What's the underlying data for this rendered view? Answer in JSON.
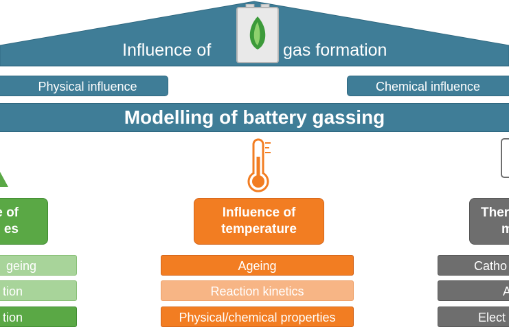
{
  "roof": {
    "title_left": "Influence of",
    "title_right": "gas formation",
    "icon": "battery-leaf-icon"
  },
  "influences": {
    "physical": "Physical influence",
    "chemical": "Chemical influence"
  },
  "beam": {
    "label": "Modelling of battery gassing"
  },
  "pillars": {
    "left": {
      "head_line1": "e of",
      "head_line2": "es",
      "icon": "triangle-icon",
      "items": [
        "geing",
        "tion",
        "tion"
      ]
    },
    "center": {
      "head_line1": "Influence of",
      "head_line2": "temperature",
      "icon": "thermometer-icon",
      "items": [
        "Ageing",
        "Reaction kinetics",
        "Physical/chemical properties"
      ]
    },
    "right": {
      "head_line1": "Ther",
      "head_line2": "m",
      "icon": "device-icon",
      "items": [
        "Catho",
        "A",
        "Elect"
      ]
    }
  },
  "colors": {
    "roof": "#3f7d97",
    "green_dark": "#5aa845",
    "green_light": "#a8d49a",
    "orange_dark": "#f27d22",
    "orange_light": "#f7b585",
    "gray_dark": "#6e6e6e"
  }
}
